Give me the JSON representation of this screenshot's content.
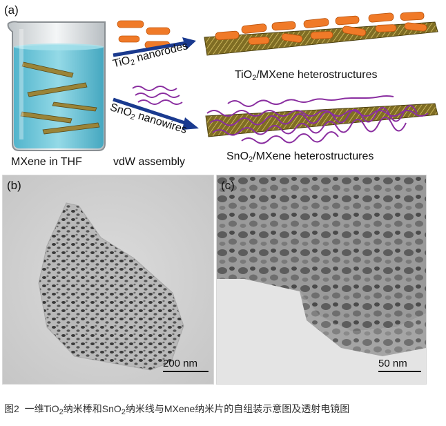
{
  "panel_a": {
    "label": "(a)",
    "beaker_label": "MXene in THF",
    "assembly_label": "vdW assembly",
    "tio2_label": {
      "formula": "TiO",
      "sub": "2",
      "rest": " nanorodes"
    },
    "sno2_label": {
      "formula": "SnO",
      "sub": "2",
      "rest": " nanowires"
    },
    "tio2_hetero": {
      "formula": "TiO",
      "sub": "2",
      "rest": "/MXene heterostructures"
    },
    "sno2_hetero": {
      "formula": "SnO",
      "sub": "2",
      "rest": "/MXene heterostructures"
    },
    "colors": {
      "nanorod": "#f07a28",
      "nanowire": "#8a2ea0",
      "arrow": "#1a3a8f",
      "mxene": "#8f7a2c",
      "liquid": "#6fc7d8"
    }
  },
  "panel_b": {
    "label": "(b)",
    "scale_bar": "200 nm"
  },
  "panel_c": {
    "label": "(c)",
    "scale_bar": "50 nm"
  },
  "caption": {
    "prefix": "图2",
    "part1": "一维TiO",
    "sub1": "2",
    "part2": "纳米棒和SnO",
    "sub2": "2",
    "part3": "纳米线与MXene纳米片的自组装示意图及透射电镜图"
  }
}
